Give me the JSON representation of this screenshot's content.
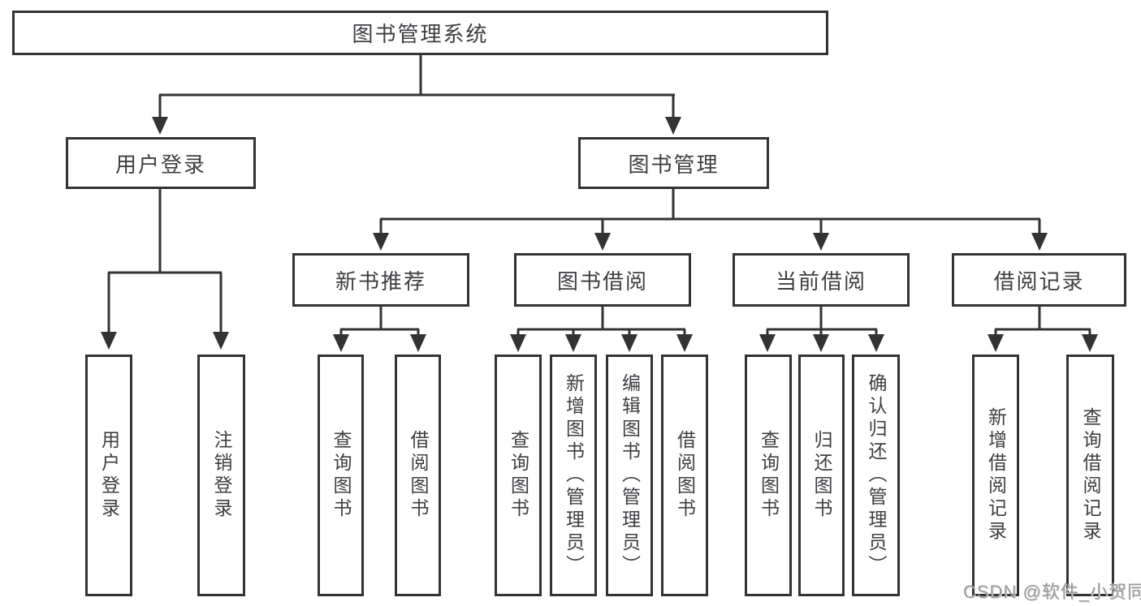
{
  "diagram": {
    "root": {
      "label": "图书管理系统"
    },
    "level2": {
      "user_login": {
        "label": "用户登录",
        "children": [
          {
            "label": "用户登录"
          },
          {
            "label": "注销登录"
          }
        ]
      },
      "book_management": {
        "label": "图书管理"
      }
    },
    "level3": {
      "new_book_recommend": {
        "label": "新书推荐",
        "children": [
          {
            "label": "查询图书"
          },
          {
            "label": "借阅图书"
          }
        ]
      },
      "book_borrowing": {
        "label": "图书借阅",
        "children": [
          {
            "label": "查询图书"
          },
          {
            "label": "新增图书（管理员）"
          },
          {
            "label": "编辑图书（管理员）"
          },
          {
            "label": "借阅图书"
          }
        ]
      },
      "current_borrowing": {
        "label": "当前借阅",
        "children": [
          {
            "label": "查询图书"
          },
          {
            "label": "归还图书"
          },
          {
            "label": "确认归还（管理员）"
          }
        ]
      },
      "borrowing_records": {
        "label": "借阅记录",
        "children": [
          {
            "label": "新增借阅记录"
          },
          {
            "label": "查询借阅记录"
          }
        ]
      }
    }
  },
  "watermark": {
    "text": "CSDN @软件_小贺同学"
  },
  "colors": {
    "line": "#333333",
    "node_border": "#333333",
    "node_text": "#3d3e42",
    "background": "#ffffff",
    "watermark": "#9a9a9a"
  }
}
